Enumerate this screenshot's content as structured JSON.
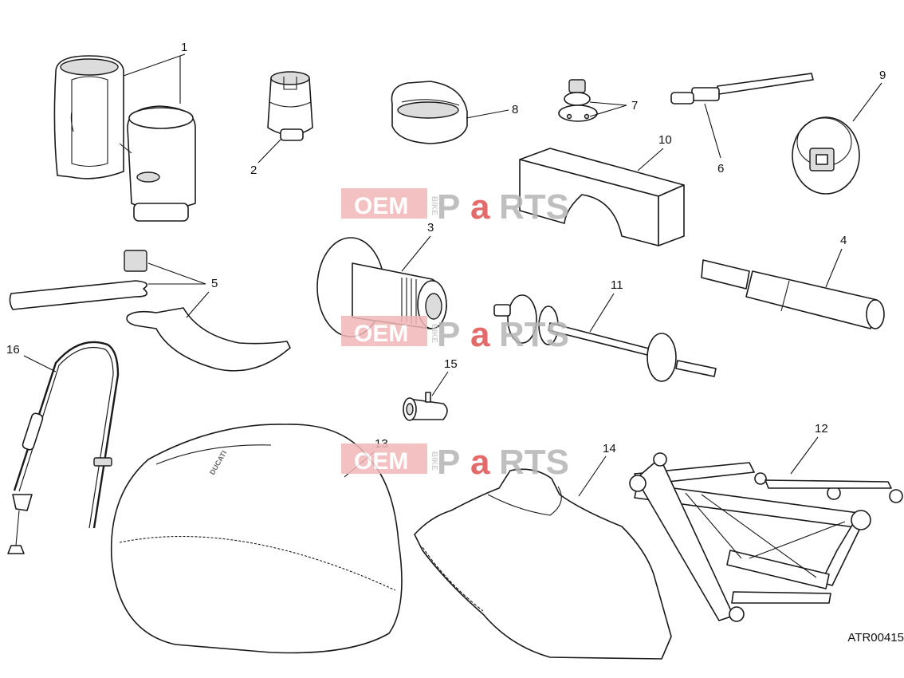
{
  "callouts": {
    "c1": "1",
    "c2": "2",
    "c3": "3",
    "c4": "4",
    "c5": "5",
    "c6": "6",
    "c7": "7",
    "c8": "8",
    "c9": "9",
    "c10": "10",
    "c11": "11",
    "c12": "12",
    "c13": "13",
    "c14": "14",
    "c15": "15",
    "c16": "16"
  },
  "drawing_code": "ATR00415",
  "watermark": {
    "oem": "OEM",
    "bike": "BIKE",
    "parts_p": "P",
    "parts_a": "a",
    "parts_rts": "RTS"
  },
  "seat_logo": "DUCATI",
  "colors": {
    "watermark_red": "#e05050",
    "watermark_grey": "#b5b5b5",
    "line": "#1a1a1a"
  }
}
